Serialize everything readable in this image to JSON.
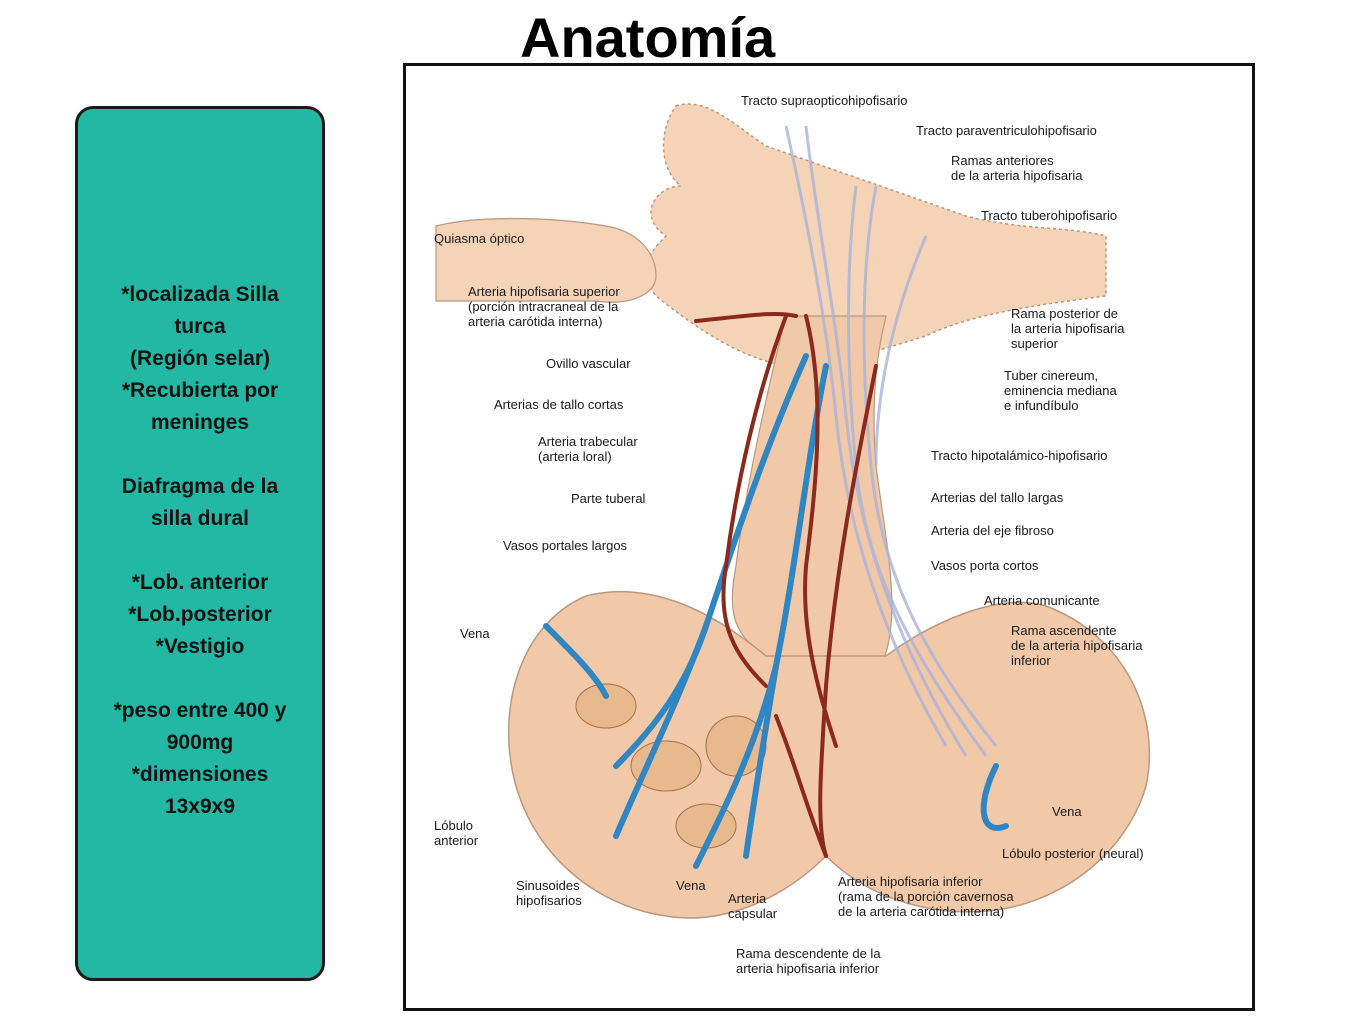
{
  "title": "Anatomía",
  "info_box": {
    "lines": [
      "*localizada Silla",
      "turca",
      " (Región selar)",
      "*Recubierta por",
      "meninges",
      "",
      "Diafragma de la",
      "silla dural",
      "",
      "*Lob. anterior",
      "*Lob.posterior",
      "*Vestigio",
      "",
      "*peso entre 400 y",
      "900mg",
      "*dimensiones",
      "13x9x9"
    ]
  },
  "figure": {
    "labels": {
      "supraoptico": "Tracto supraopticohipofisario",
      "paraventricular": "Tracto paraventriculohipofisario",
      "ramas_anteriores": "Ramas anteriores\nde la arteria hipofisaria",
      "tuberohipofisario": "Tracto tuberohipofisario",
      "quiasma": "Quiasma óptico",
      "arteria_superior": "Arteria hipofisaria superior\n(porción intracraneal de la\narteria carótida interna)",
      "ovillo": "Ovillo vascular",
      "tallo_cortas": "Arterias de tallo cortas",
      "trabecular": "Arteria trabecular\n(arteria loral)",
      "tuberal": "Parte tuberal",
      "portales_largos": "Vasos portales largos",
      "vena_left": "Vena",
      "lobulo_anterior": "Lóbulo\nanterior",
      "sinusoides": "Sinusoides\nhipofisarios",
      "vena_bottom": "Vena",
      "capsular": "Arteria\ncapsular",
      "rama_descendente": "Rama descendente de la\narteria hipofisaria inferior",
      "arteria_inferior": "Arteria hipofisaria inferior\n(rama de la porción cavernosa\nde la arteria carótida interna)",
      "lobulo_posterior": "Lóbulo posterior (neural)",
      "vena_right": "Vena",
      "rama_ascendente": "Rama ascendente\nde la arteria hipofisaria\ninferior",
      "comunicante": "Arteria comunicante",
      "porta_cortos": "Vasos porta cortos",
      "eje_fibroso": "Arteria del eje fibroso",
      "tallo_largas": "Arterias del tallo largas",
      "hipotalamo": "Tracto hipotalámico-hipofisario",
      "tuber_cinereum": "Tuber cinereum,\neminencia mediana\ne infundíbulo",
      "rama_posterior": "Rama posterior de\nla arteria hipofisaria\nsuperior"
    },
    "colors": {
      "tissue": "#f2c9a8",
      "tissue_light": "#f7ddc8",
      "vein": "#2f86c2",
      "artery": "#8b2a1c",
      "nerve": "#c9cfe6"
    }
  }
}
